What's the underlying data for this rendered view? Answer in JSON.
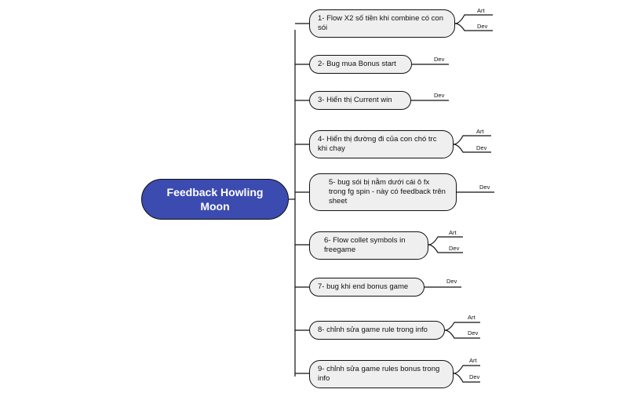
{
  "root": {
    "label": "Feedback Howling Moon"
  },
  "nodes": [
    {
      "label": "1- Flow X2 số tiền khi combine có con sói",
      "leaves": [
        "Art",
        "Dev"
      ]
    },
    {
      "label": "2- Bug mua Bonus start",
      "leaves": [
        "Dev"
      ]
    },
    {
      "label": "3- Hiển thị Current win",
      "leaves": [
        "Dev"
      ]
    },
    {
      "label": "4- Hiển thị đường đi của con chó trc khi chạy",
      "leaves": [
        "Art",
        "Dev"
      ]
    },
    {
      "label": "5- bug sói bị nằm dưới cái ô fx trong fg spin - này có feedback trên sheet",
      "leaves": [
        "Dev"
      ]
    },
    {
      "label": "6- Flow collet symbols in freegame",
      "leaves": [
        "Art",
        "Dev"
      ]
    },
    {
      "label": "7- bug khi end bonus game",
      "leaves": [
        "Dev"
      ]
    },
    {
      "label": "8- chỉnh sửa game rule trong info",
      "leaves": [
        "Art",
        "Dev"
      ]
    },
    {
      "label": "9- chỉnh sửa game rules bonus trong info",
      "leaves": [
        "Art",
        "Dev"
      ]
    }
  ]
}
